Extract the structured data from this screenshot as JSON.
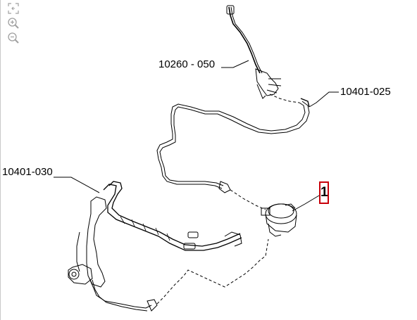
{
  "toolbar": {
    "fit_icon": "fit-to-window-icon",
    "zoom_in_icon": "zoom-in-icon",
    "zoom_out_icon": "zoom-out-icon"
  },
  "callouts": {
    "top_cable": "10260 - 050",
    "right_hose": "10401-025",
    "left_hose": "10401-030",
    "part_ref": "1"
  },
  "colors": {
    "highlight_border": "#c8000a",
    "line": "#000000",
    "icon": "#9a9a9a"
  }
}
